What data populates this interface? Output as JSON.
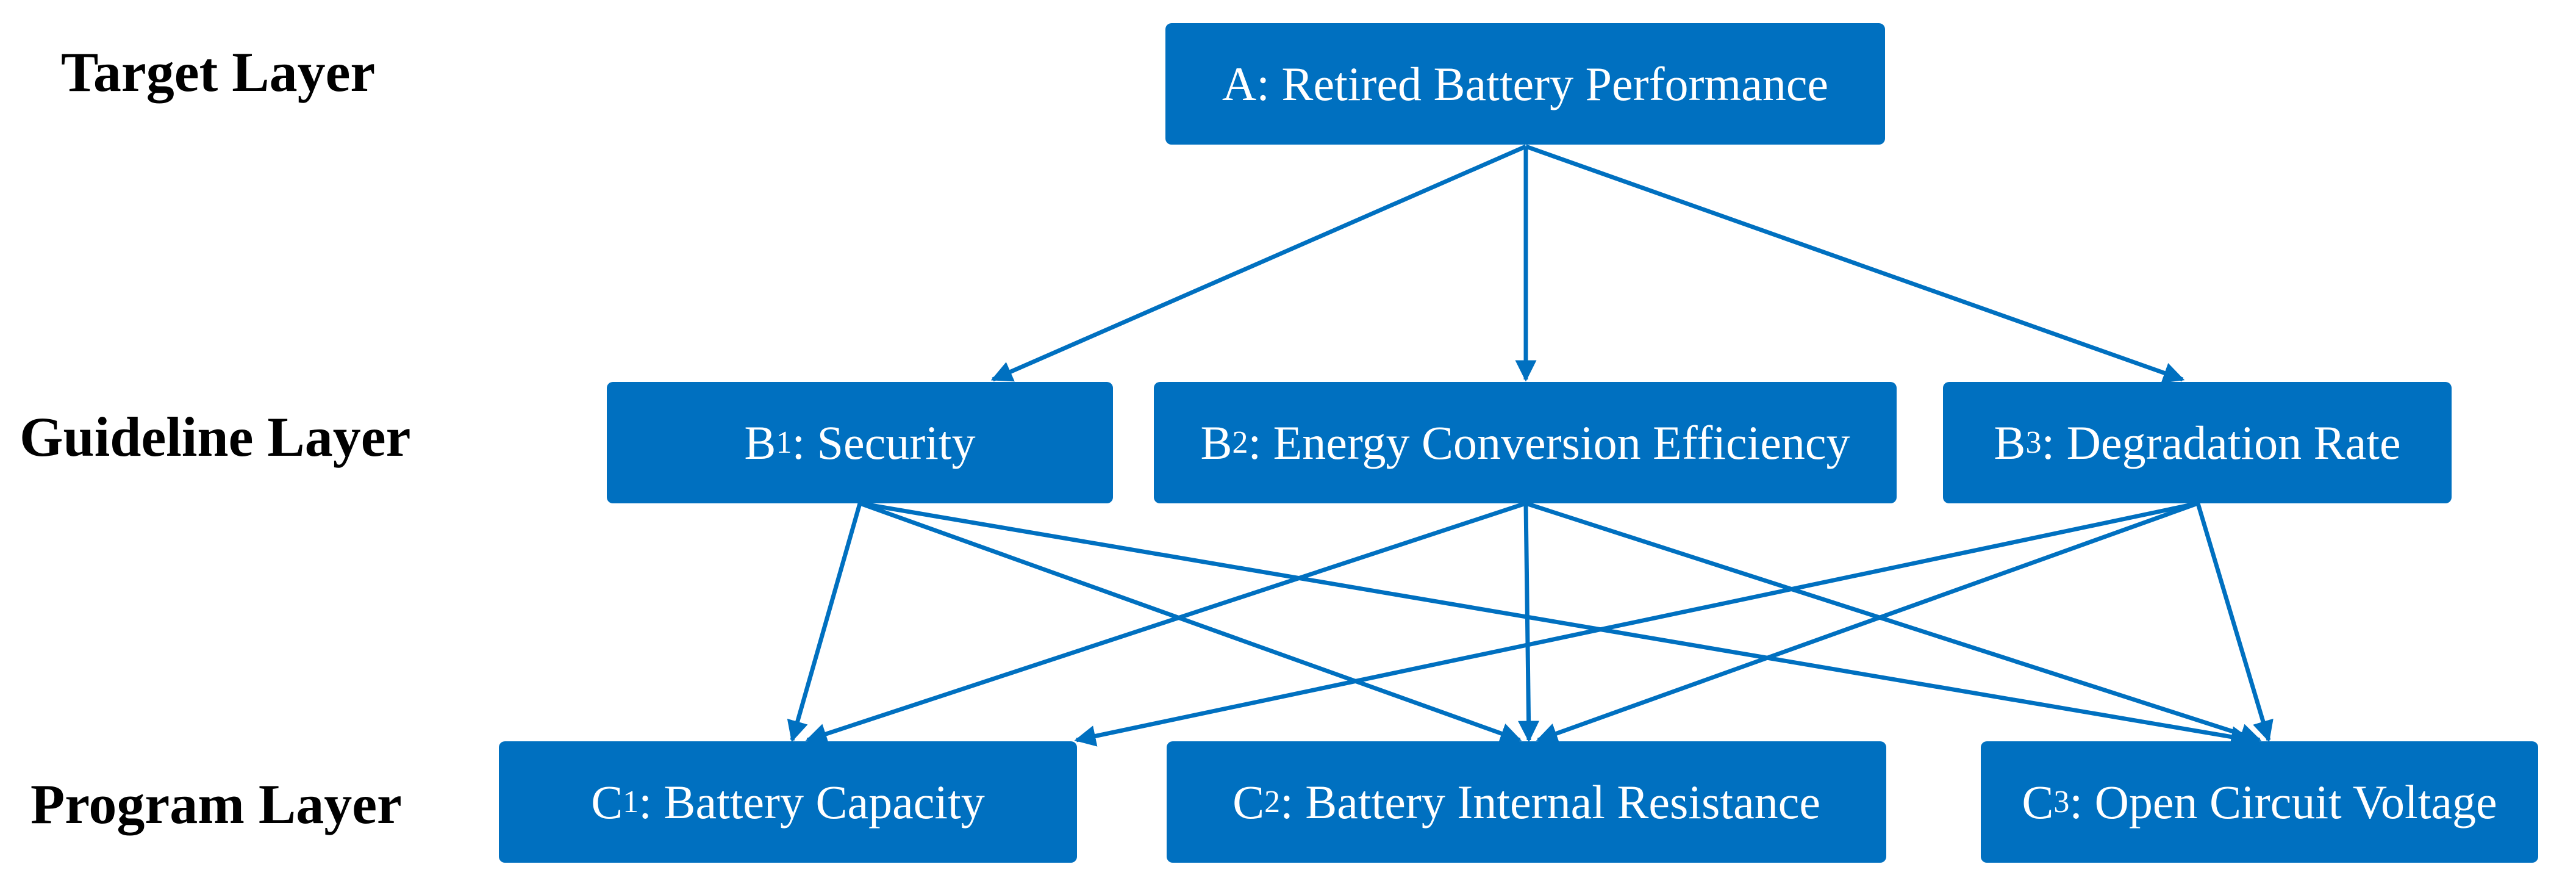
{
  "colors": {
    "node_fill": "#0070C0",
    "node_text": "#FFFFFF",
    "edge": "#0070C0",
    "label": "#000000"
  },
  "layers": {
    "target": "Target Layer",
    "guideline": "Guideline Layer",
    "program": "Program Layer"
  },
  "nodes": {
    "A": {
      "prefix": "A",
      "sub": "",
      "text": ": Retired Battery Performance"
    },
    "B1": {
      "prefix": "B",
      "sub": "1",
      "text": ": Security"
    },
    "B2": {
      "prefix": "B",
      "sub": "2",
      "text": ": Energy Conversion Efficiency"
    },
    "B3": {
      "prefix": "B",
      "sub": "3",
      "text": ": Degradation Rate"
    },
    "C1": {
      "prefix": "C",
      "sub": "1",
      "text": ": Battery Capacity"
    },
    "C2": {
      "prefix": "C",
      "sub": "2",
      "text": ": Battery Internal Resistance"
    },
    "C3": {
      "prefix": "C",
      "sub": "3",
      "text": ": Open Circuit Voltage"
    }
  },
  "edges": [
    [
      "A",
      "B1"
    ],
    [
      "A",
      "B2"
    ],
    [
      "A",
      "B3"
    ],
    [
      "B1",
      "C1"
    ],
    [
      "B1",
      "C2"
    ],
    [
      "B1",
      "C3"
    ],
    [
      "B2",
      "C1"
    ],
    [
      "B2",
      "C2"
    ],
    [
      "B2",
      "C3"
    ],
    [
      "B3",
      "C1"
    ],
    [
      "B3",
      "C2"
    ],
    [
      "B3",
      "C3"
    ]
  ]
}
